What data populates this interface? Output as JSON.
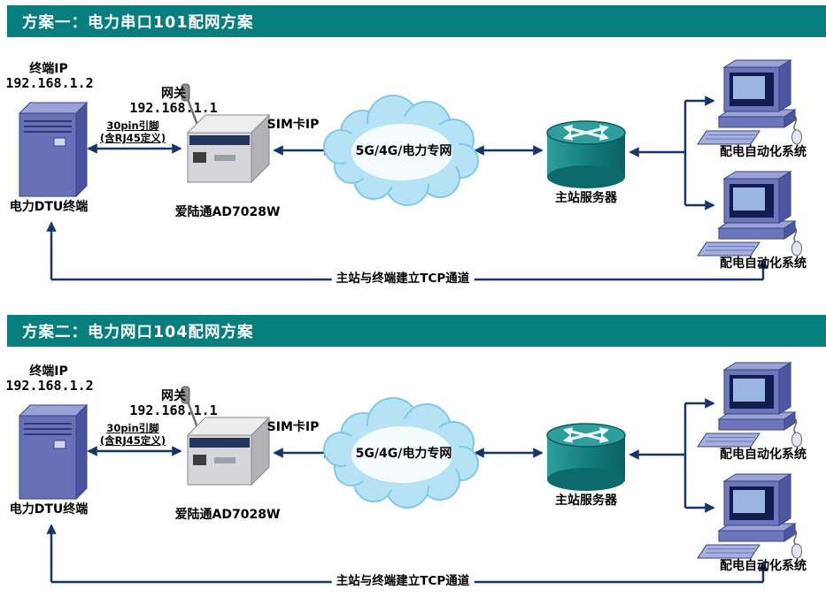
{
  "colors": {
    "header_background": "#077e7e",
    "header_text": "#ffffff",
    "arrow": "#16356b",
    "device_blue": "#6b77ba",
    "cloud_blue": "#b5e3f5",
    "server_teal": "#157f7f"
  },
  "schemes": [
    {
      "title": "方案一：电力串口101配网方案",
      "terminal_ip_label": "终端IP",
      "terminal_ip": "192.168.1.2",
      "dtu_label": "电力DTU终端",
      "pin_line1": "30pin引脚",
      "pin_line2": "(含RJ45定义)",
      "gateway_label": "网关",
      "gateway_ip": "192.168.1.1",
      "router_label": "爱陆通AD7028W",
      "sim_label": "SIM卡IP",
      "cloud_label": "5G/4G/电力专网",
      "server_label": "主站服务器",
      "computer1_label": "配电自动化系统",
      "computer2_label": "配电自动化系统",
      "tcp_label": "主站与终端建立TCP通道"
    },
    {
      "title": "方案二：电力网口104配网方案",
      "terminal_ip_label": "终端IP",
      "terminal_ip": "192.168.1.2",
      "dtu_label": "电力DTU终端",
      "pin_line1": "30pin引脚",
      "pin_line2": "(含RJ45定义)",
      "gateway_label": "网关",
      "gateway_ip": "192.168.1.1",
      "router_label": "爱陆通AD7028W",
      "sim_label": "SIM卡IP",
      "cloud_label": "5G/4G/电力专网",
      "server_label": "主站服务器",
      "computer1_label": "配电自动化系统",
      "computer2_label": "配电自动化系统",
      "tcp_label": "主站与终端建立TCP通道"
    }
  ]
}
